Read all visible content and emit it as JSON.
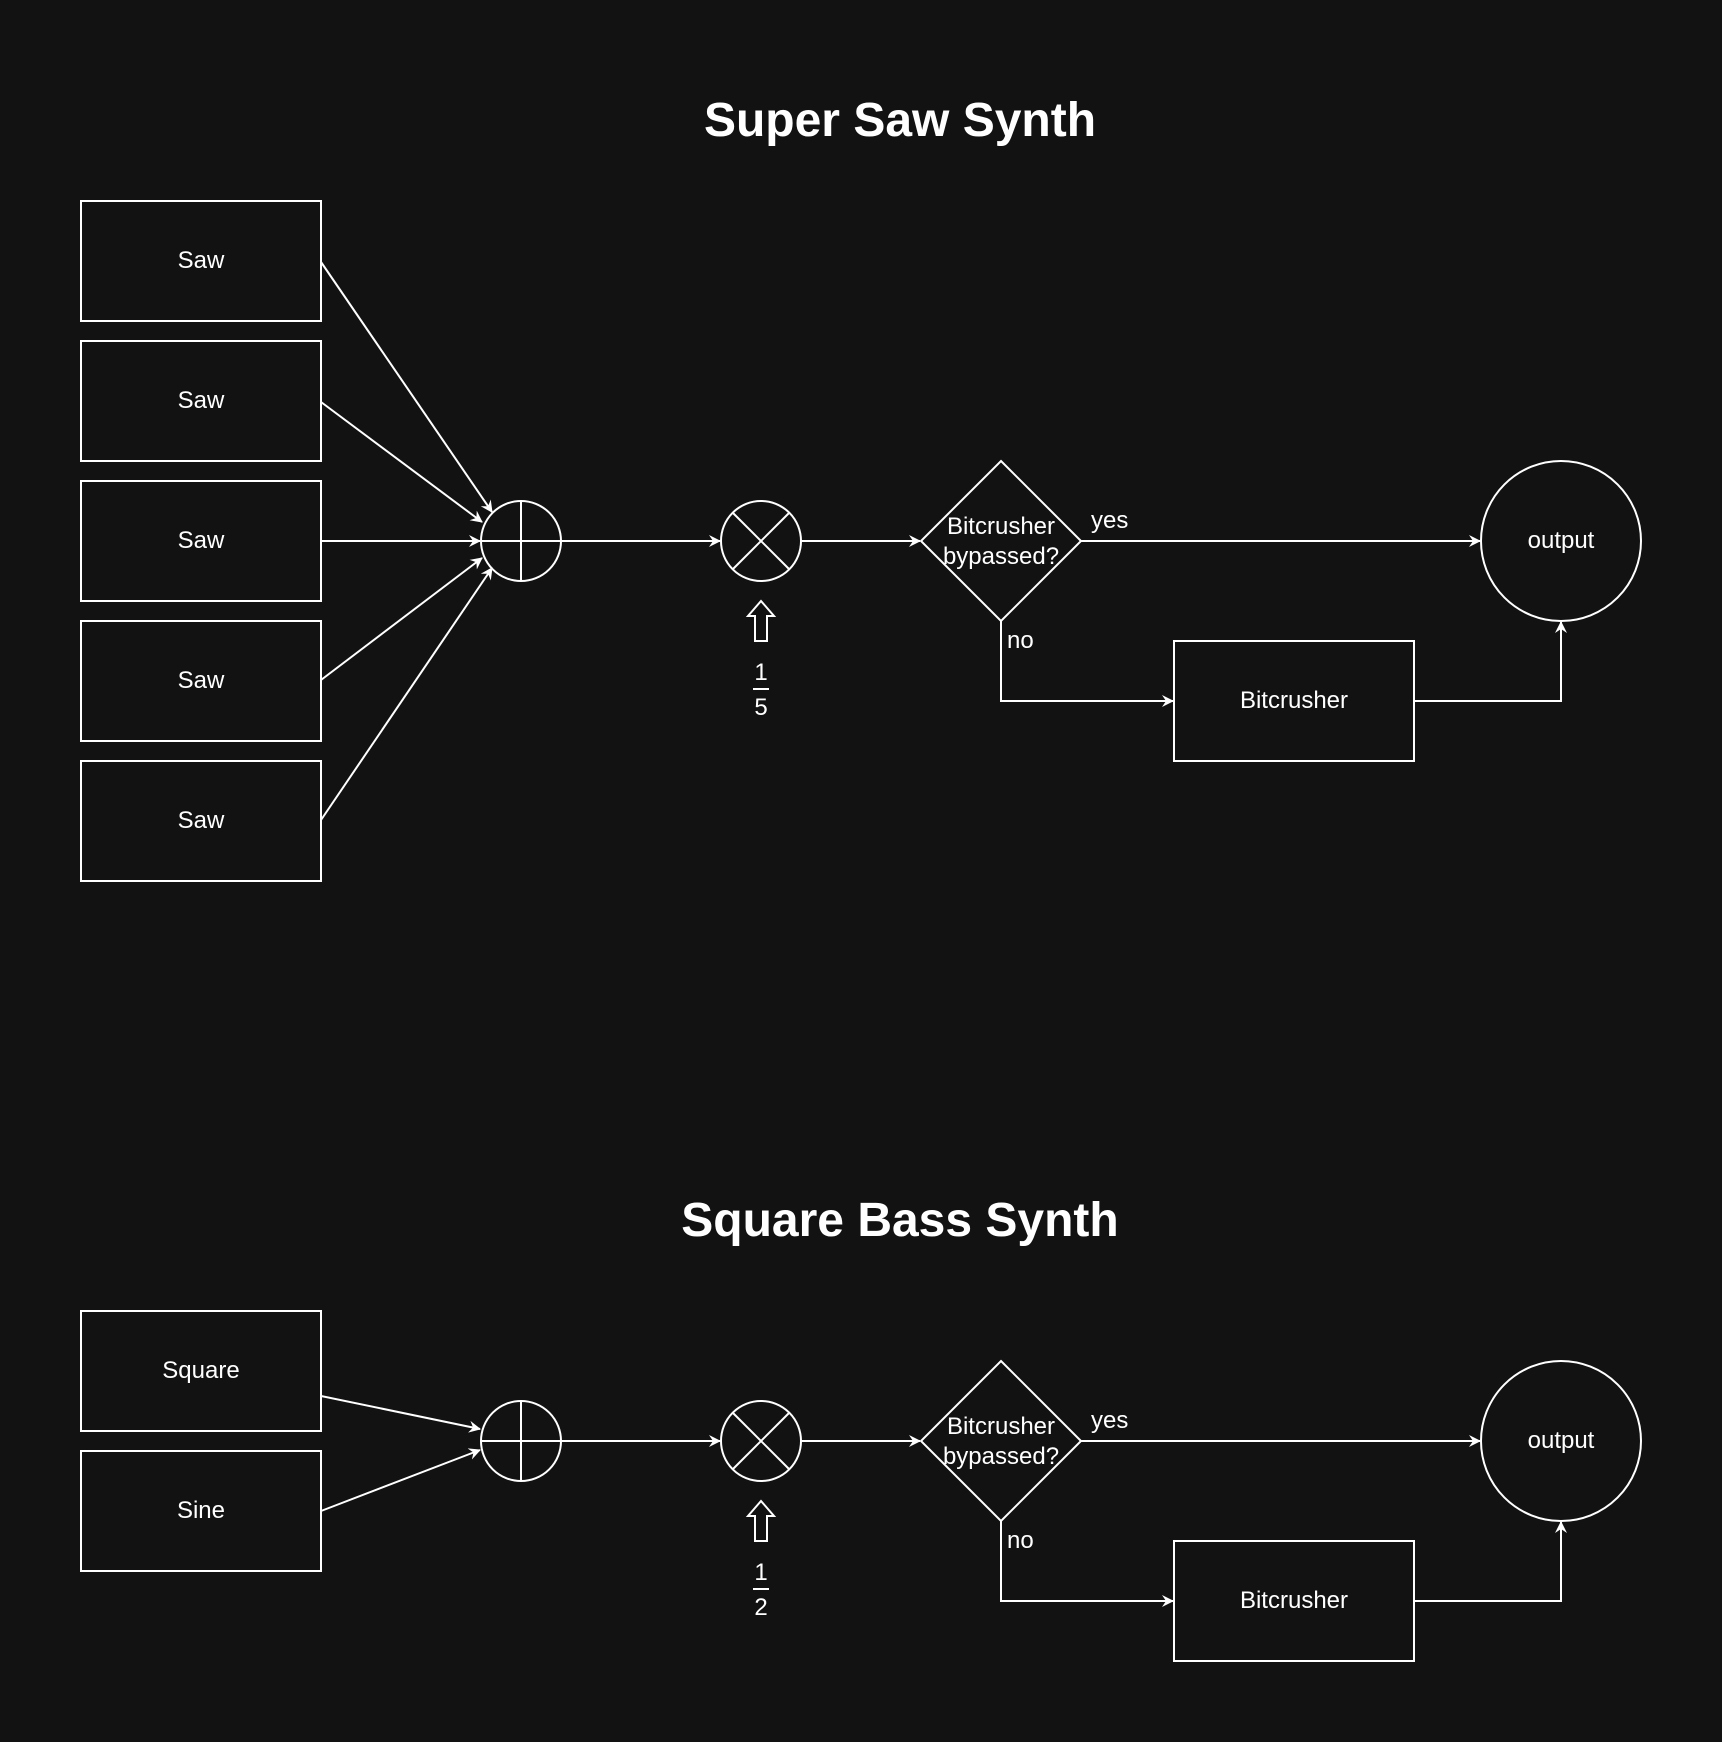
{
  "colors": {
    "background": "#121212",
    "foreground": "#ffffff"
  },
  "diagrams": [
    {
      "title": "Super Saw Synth",
      "sources": [
        "Saw",
        "Saw",
        "Saw",
        "Saw",
        "Saw"
      ],
      "sum_symbol": "adder",
      "multiply_symbol": "multiplier",
      "gain": {
        "numerator": "1",
        "denominator": "5"
      },
      "decision": {
        "line1": "Bitcrusher",
        "line2": "bypassed?"
      },
      "yes_label": "yes",
      "no_label": "no",
      "effect": "Bitcrusher",
      "output": "output"
    },
    {
      "title": "Square Bass Synth",
      "sources": [
        "Square",
        "Sine"
      ],
      "sum_symbol": "adder",
      "multiply_symbol": "multiplier",
      "gain": {
        "numerator": "1",
        "denominator": "2"
      },
      "decision": {
        "line1": "Bitcrusher",
        "line2": "bypassed?"
      },
      "yes_label": "yes",
      "no_label": "no",
      "effect": "Bitcrusher",
      "output": "output"
    }
  ]
}
